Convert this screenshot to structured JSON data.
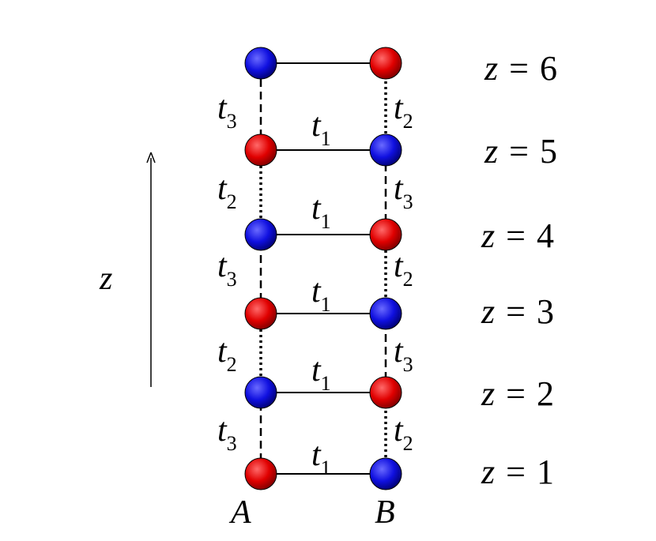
{
  "colors": {
    "red_site": "#e00000",
    "blue_site": "#1010e0",
    "line": "#000000"
  },
  "axis_label": "z",
  "sublattice_labels": {
    "left": "A",
    "right": "B"
  },
  "levels": [
    {
      "z_var": "z",
      "eq": "=",
      "num": "1",
      "left_site": "red",
      "right_site": "blue"
    },
    {
      "z_var": "z",
      "eq": "=",
      "num": "2",
      "left_site": "blue",
      "right_site": "red"
    },
    {
      "z_var": "z",
      "eq": "=",
      "num": "3",
      "left_site": "red",
      "right_site": "blue"
    },
    {
      "z_var": "z",
      "eq": "=",
      "num": "4",
      "left_site": "blue",
      "right_site": "red"
    },
    {
      "z_var": "z",
      "eq": "=",
      "num": "5",
      "left_site": "red",
      "right_site": "blue"
    },
    {
      "z_var": "z",
      "eq": "=",
      "num": "6",
      "left_site": "blue",
      "right_site": "red"
    }
  ],
  "rung_hoppings": [
    {
      "t": "t",
      "sub": "1"
    },
    {
      "t": "t",
      "sub": "1"
    },
    {
      "t": "t",
      "sub": "1"
    },
    {
      "t": "t",
      "sub": "1"
    },
    {
      "t": "t",
      "sub": "1"
    },
    {
      "t": "",
      "sub": ""
    }
  ],
  "leg_hoppings": [
    {
      "left": {
        "t": "t",
        "sub": "3",
        "style": "dashed"
      },
      "right": {
        "t": "t",
        "sub": "2",
        "style": "dotted"
      }
    },
    {
      "left": {
        "t": "t",
        "sub": "2",
        "style": "dotted"
      },
      "right": {
        "t": "t",
        "sub": "3",
        "style": "dashed"
      }
    },
    {
      "left": {
        "t": "t",
        "sub": "3",
        "style": "dashed"
      },
      "right": {
        "t": "t",
        "sub": "2",
        "style": "dotted"
      }
    },
    {
      "left": {
        "t": "t",
        "sub": "2",
        "style": "dotted"
      },
      "right": {
        "t": "t",
        "sub": "3",
        "style": "dashed"
      }
    },
    {
      "left": {
        "t": "t",
        "sub": "3",
        "style": "dashed"
      },
      "right": {
        "t": "t",
        "sub": "2",
        "style": "dotted"
      }
    }
  ]
}
